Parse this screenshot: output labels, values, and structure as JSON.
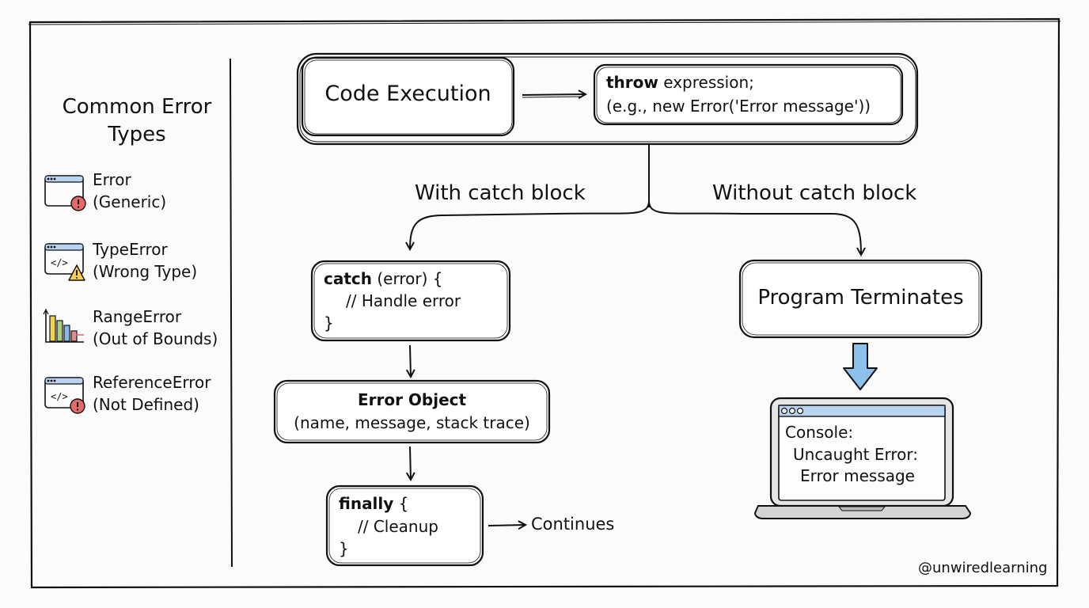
{
  "sidebar": {
    "title_line1": "Common Error",
    "title_line2": "Types",
    "items": [
      {
        "name": "Error",
        "desc": "(Generic)",
        "icon": "window-error-icon"
      },
      {
        "name": "TypeError",
        "desc": "(Wrong Type)",
        "icon": "code-warning-icon"
      },
      {
        "name": "RangeError",
        "desc": "(Out of Bounds)",
        "icon": "bar-chart-icon"
      },
      {
        "name": "ReferenceError",
        "desc": "(Not Defined)",
        "icon": "code-error-icon"
      }
    ]
  },
  "flow": {
    "code_execution": "Code Execution",
    "throw_keyword": "throw",
    "throw_rest": " expression;",
    "throw_example": "(e.g., new Error('Error message'))",
    "branch_with": "With catch block",
    "branch_without": "Without catch block",
    "catch_keyword": "catch",
    "catch_rest": " (error) {",
    "catch_comment": "// Handle error",
    "catch_close": "}",
    "error_object_title": "Error Object",
    "error_object_desc": "(name, message, stack trace)",
    "finally_keyword": "finally",
    "finally_rest": " {",
    "finally_comment": "// Cleanup",
    "finally_close": "}",
    "continues": "Continues",
    "program_terminates": "Program Terminates",
    "console_label": "Console:",
    "console_line1": "Uncaught Error:",
    "console_line2": "Error message"
  },
  "footer": {
    "handle": "@unwiredlearning"
  },
  "colors": {
    "ink": "#111111",
    "window_bar": "#b9d3f0",
    "error_red": "#e46a6a",
    "warning_yellow": "#f5cf52",
    "arrow_blue": "#8ec0ec",
    "bar_yellow": "#f0d15a",
    "bar_green": "#a9cf7c",
    "bar_red": "#e48a8a",
    "bar_blue": "#8cb8e6"
  }
}
